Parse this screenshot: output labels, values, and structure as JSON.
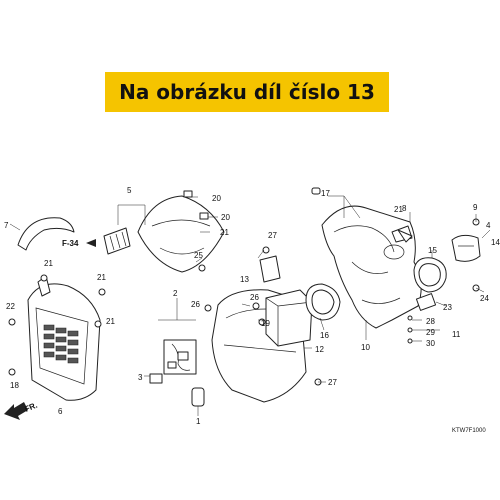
{
  "banner": {
    "text": "Na obrázku díl číslo 13",
    "color": "#f5c400"
  },
  "diagram_code": "KTW7F1000",
  "front_arrow": "FR.",
  "ref_label": "F-34",
  "labels": [
    "1",
    "2",
    "3",
    "4",
    "5",
    "6",
    "7",
    "8",
    "9",
    "10",
    "11",
    "12",
    "13",
    "14",
    "15",
    "16",
    "17",
    "18",
    "19",
    "20",
    "20",
    "21",
    "21",
    "21",
    "21",
    "21",
    "22",
    "23",
    "24",
    "25",
    "26",
    "26",
    "27",
    "27",
    "28",
    "29",
    "30"
  ]
}
